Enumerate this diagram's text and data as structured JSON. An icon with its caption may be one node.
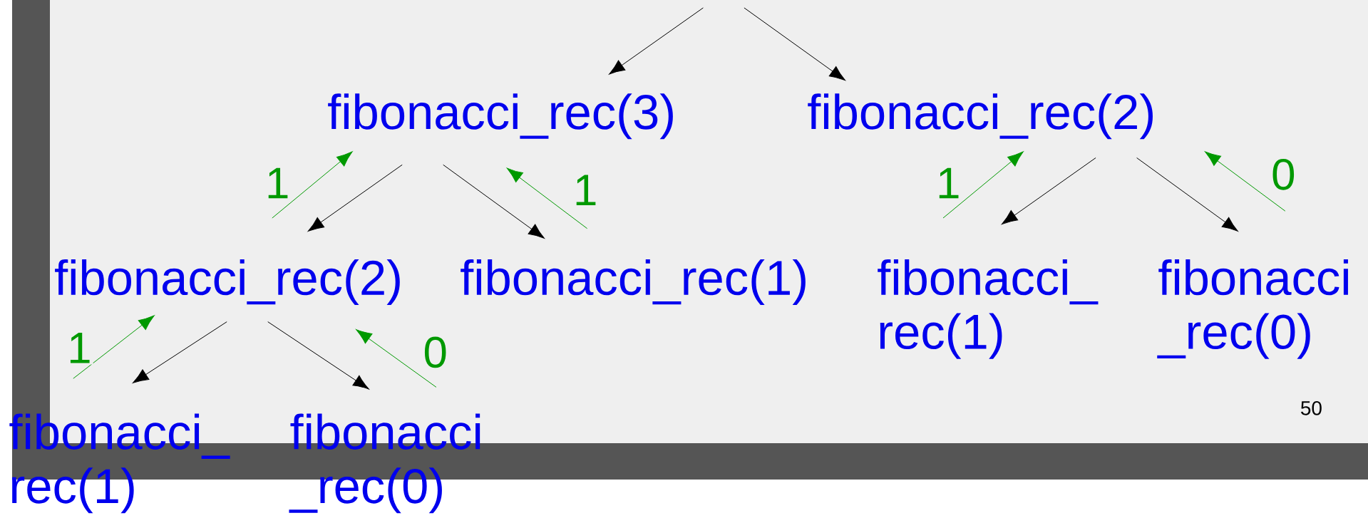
{
  "diagram": {
    "nodes": [
      {
        "text": [
          "fibonacci_rec(3)"
        ]
      },
      {
        "text": [
          "fibonacci_rec(2)"
        ]
      },
      {
        "text": [
          "fibonacci_rec(2)"
        ]
      },
      {
        "text": [
          "fibonacci_rec(1)"
        ]
      },
      {
        "text": [
          "fibonacci_ rec(1)"
        ]
      },
      {
        "text": [
          "fibonacci _rec(0)"
        ]
      },
      {
        "text": [
          "fibonacci_ rec(1)"
        ]
      },
      {
        "text": [
          "fibonacci _rec(0)"
        ]
      }
    ],
    "edges": [
      {
        "from": null,
        "to": 0,
        "arrow": "to"
      },
      {
        "from": null,
        "to": 1,
        "arrow": "to"
      },
      {
        "from": 0,
        "to": 2,
        "arrow": "to"
      },
      {
        "from": 0,
        "to": 3,
        "arrow": "to"
      },
      {
        "from": 2,
        "to": 0,
        "arrow": "to",
        "label": "1",
        "color": "#009900"
      },
      {
        "from": 3,
        "to": 0,
        "arrow": "to",
        "label": "1",
        "color": "#009900"
      },
      {
        "from": 1,
        "to": 4,
        "arrow": "to"
      },
      {
        "from": 1,
        "to": 5,
        "arrow": "to"
      },
      {
        "from": 4,
        "to": 1,
        "arrow": "to",
        "label": "1",
        "color": "#009900"
      },
      {
        "from": 5,
        "to": 1,
        "arrow": "to",
        "label": "0",
        "color": "#009900"
      },
      {
        "from": 2,
        "to": 6,
        "arrow": "to"
      },
      {
        "from": 2,
        "to": 7,
        "arrow": "to"
      },
      {
        "from": 6,
        "to": 2,
        "arrow": "to",
        "label": "1",
        "color": "#009900"
      },
      {
        "from": 7,
        "to": 2,
        "arrow": "to",
        "label": "0",
        "color": "#009900"
      }
    ],
    "labels": [
      "50"
    ]
  }
}
